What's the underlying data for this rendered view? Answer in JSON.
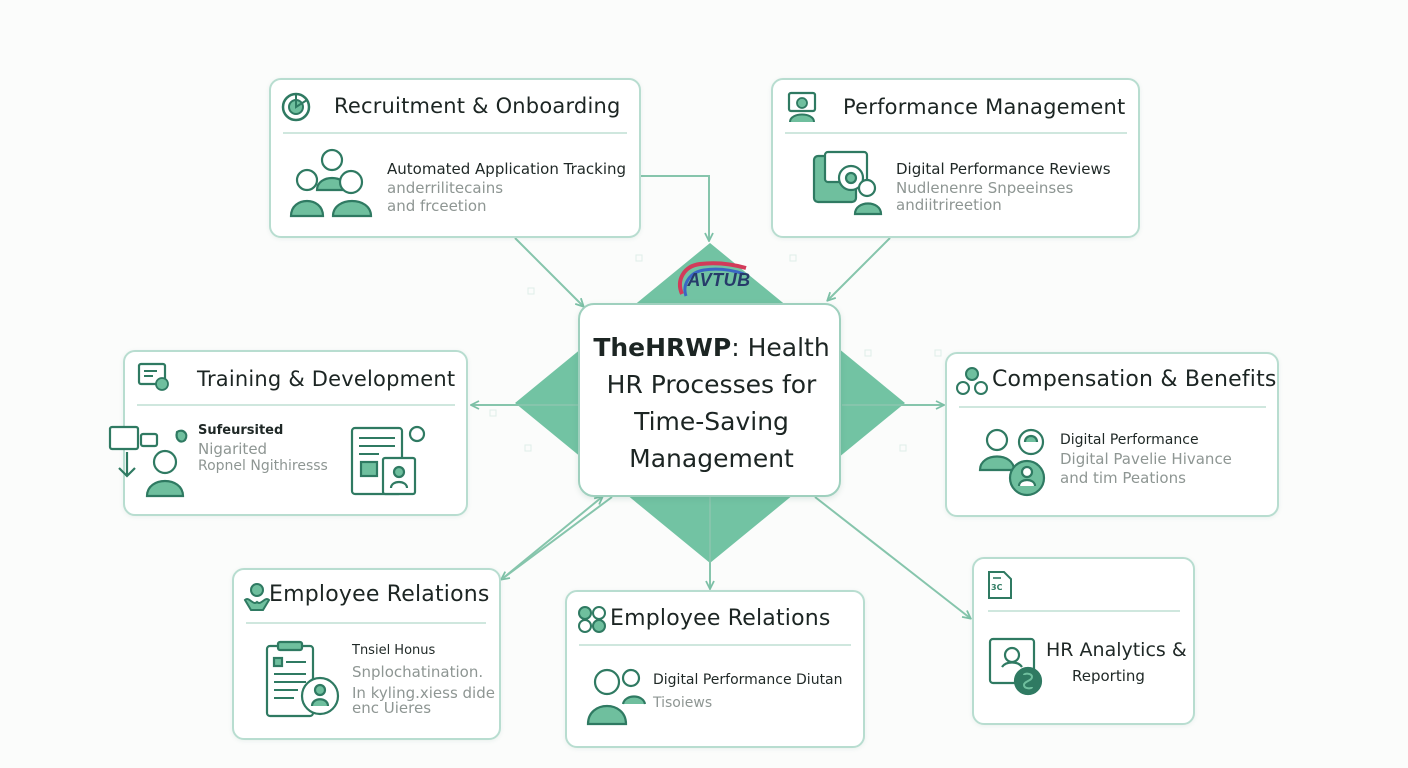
{
  "colors": {
    "accent": "#6cc3a0",
    "icon": "#2f7a62",
    "icon_fill": "#6fbf9e",
    "border": "#b8ddd0"
  },
  "center": {
    "title_bold": "TheHRWP",
    "title_rest": ": Health HR Processes for Time-Saving Management",
    "logo_text": "AVTUB"
  },
  "cards": {
    "recruitment": {
      "title": "Recruitment & Onboarding",
      "icon": "target-icon",
      "illustration": "team-people-icon",
      "heading": "Automated Application Tracking",
      "lines": [
        "anderrilitecains",
        "and frceetion"
      ]
    },
    "performance": {
      "title": "Performance Management",
      "icon": "presenter-icon",
      "illustration": "review-gear-icon",
      "heading": "Digital Performance Reviews",
      "lines": [
        "Nudlenenre Snpeeinses",
        "andiitrireetion"
      ]
    },
    "training": {
      "title": "Training & Development",
      "icon": "monitor-icon",
      "illustration": "trainer-document-icon",
      "heading": "Sufeursited",
      "lines": [
        "Nigarited",
        "Ropnel Ngithiresss"
      ]
    },
    "compensation": {
      "title": "Compensation & Benefits",
      "icon": "people-group-icon",
      "illustration": "person-badge-icon",
      "heading": "Digital Performance",
      "lines": [
        "Digital Pavelie Hivance",
        "and tim Peations"
      ]
    },
    "relations_left": {
      "title": "Employee Relations",
      "icon": "handshake-icon",
      "illustration": "clipboard-person-icon",
      "heading": "Tnsiel Honus",
      "lines": [
        "Snplochatination.",
        "In kyling.xiess dide",
        "enc Uieres"
      ]
    },
    "relations_center": {
      "title": "Employee Relations",
      "icon": "people-circles-icon",
      "illustration": "two-people-icon",
      "heading": "Digital Performance Diutan",
      "lines": [
        "Tisoiews"
      ]
    },
    "analytics": {
      "icon": "report-doc-icon",
      "icon_text": "3C",
      "illustration": "chart-person-icon",
      "title_line1": "HR Analytics &",
      "title_line2": "Reporting"
    }
  }
}
